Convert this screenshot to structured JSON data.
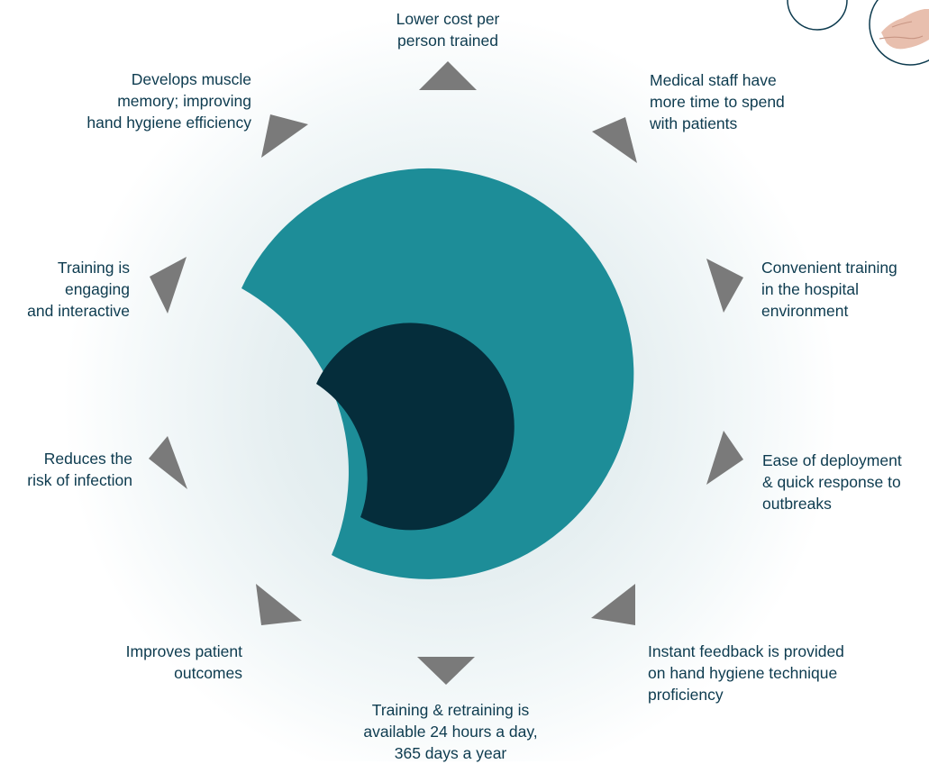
{
  "labels": {
    "cost": "Lower cost per\nperson trained",
    "time": "Medical staff have\nmore time to spend\nwith patients",
    "convenient": "Convenient training\nin the hospital\nenvironment",
    "deployment": "Ease of deployment\n& quick response to\noutbreaks",
    "feedback": "Instant feedback is provided\non hand hygiene technique\nproficiency",
    "availability": "Training & retraining is\navailable 24 hours a day,\n365 days a year",
    "outcomes": "Improves patient\noutcomes",
    "infection": "Reduces the\nrisk of infection",
    "engaging": "Training is\nengaging\nand interactive",
    "muscle": "Develops muscle\nmemory; improving\nhand hygiene efficiency"
  },
  "colors": {
    "outer_crescent": "#1d8d98",
    "inner_crescent": "#052d3b",
    "arrow": "#7a7a7a",
    "text": "#0d3b4f"
  },
  "icons": {
    "top_right": "hand-photo-icon"
  }
}
